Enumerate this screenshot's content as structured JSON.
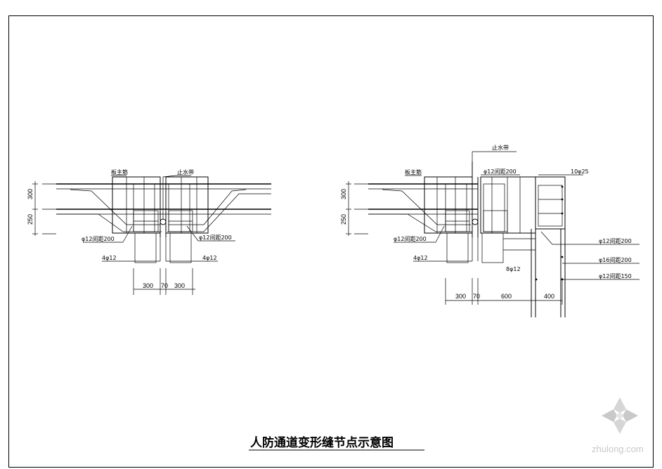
{
  "title": "人防通道变形缝节点示意图",
  "watermark": "zhulong.com",
  "left_detail": {
    "label_main_bar": "板主筋",
    "label_waterstop": "止水带",
    "label_rebar_left": "φ12间距200",
    "label_rebar_right": "φ12间距200",
    "label_bottom_left": "4φ12",
    "label_bottom_right": "4φ12",
    "dim_300": "300",
    "dim_250": "250",
    "dim_bottom_a": "300",
    "dim_bottom_b": "70",
    "dim_bottom_c": "300"
  },
  "right_detail": {
    "label_main_bar": "板主筋",
    "label_waterstop": "止水带",
    "label_rebar_top": "φ12间距200",
    "label_top_right": "10φ25",
    "label_rebar_left": "φ12间距200",
    "label_bottom_left": "4φ12",
    "label_bottom_mid": "8φ12",
    "label_rebar_r1": "φ12间距200",
    "label_rebar_r2": "φ16间距200",
    "label_rebar_r3": "φ12间距150",
    "dim_300": "300",
    "dim_250": "250",
    "dim_bottom_a": "300",
    "dim_bottom_b": "70",
    "dim_bottom_c": "600",
    "dim_bottom_d": "400"
  }
}
